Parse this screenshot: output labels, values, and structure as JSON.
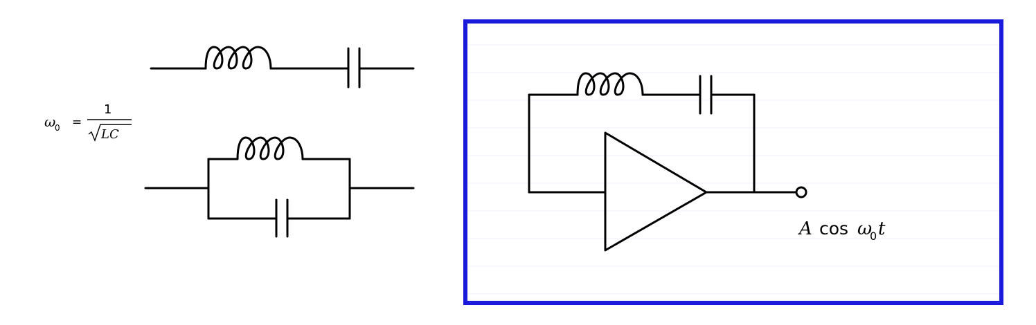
{
  "formula": {
    "lhs_symbol": "ω",
    "lhs_subscript": "0",
    "equals": "=",
    "numerator": "1",
    "denominator_inner": "LC"
  },
  "output_label": {
    "amplitude": "A",
    "function": "cos",
    "omega": "ω",
    "omega_subscript": "0",
    "variable": "t"
  },
  "colors": {
    "wire": "#000000",
    "frame_border": "#1a1adb",
    "grid": "#eef2fb"
  }
}
